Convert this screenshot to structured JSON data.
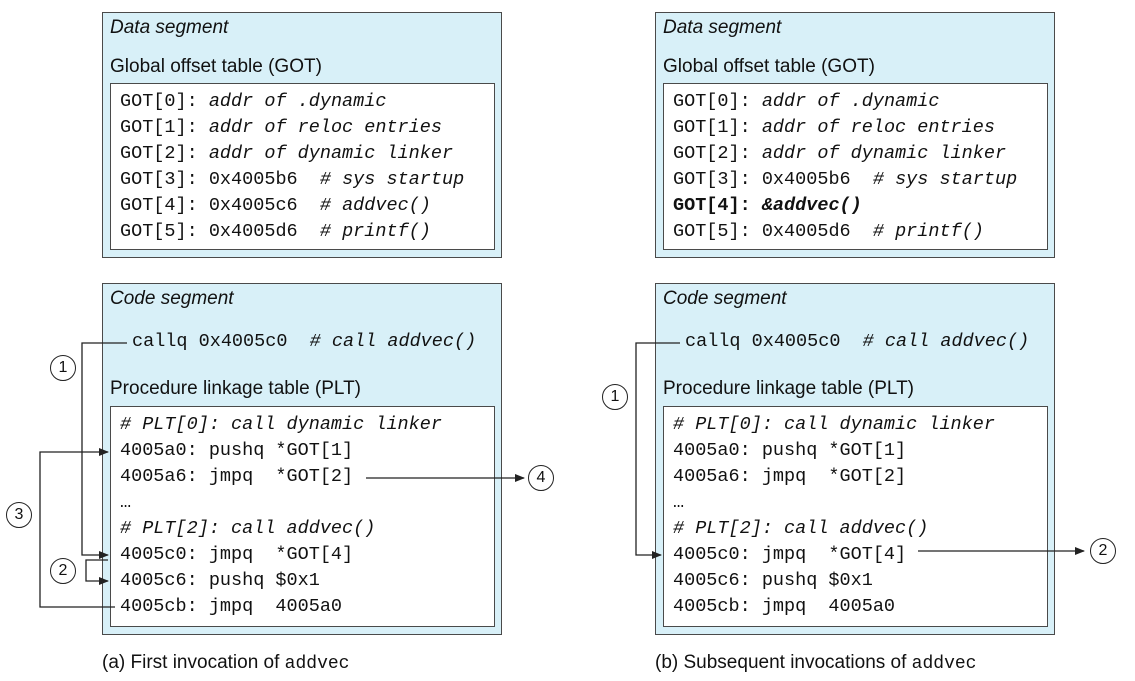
{
  "panels": [
    {
      "data_segment": {
        "title": "Data segment",
        "got_title": "Global offset table (GOT)",
        "got_entries": [
          {
            "label": "GOT[0]:",
            "value": "",
            "comment": "addr of .dynamic",
            "bold": false
          },
          {
            "label": "GOT[1]:",
            "value": "",
            "comment": "addr of reloc entries",
            "bold": false
          },
          {
            "label": "GOT[2]:",
            "value": "",
            "comment": "addr of dynamic linker",
            "bold": false
          },
          {
            "label": "GOT[3]:",
            "value": "0x4005b6",
            "comment": "# sys startup",
            "bold": false
          },
          {
            "label": "GOT[4]:",
            "value": "0x4005c6",
            "comment": "# addvec()",
            "bold": false
          },
          {
            "label": "GOT[5]:",
            "value": "0x4005d6",
            "comment": "# printf()",
            "bold": false
          }
        ]
      },
      "code_segment": {
        "title": "Code segment",
        "call_instr": "callq 0x4005c0",
        "call_comment": "# call addvec()",
        "plt_title": "Procedure linkage table (PLT)",
        "plt_lines": [
          {
            "code": "",
            "comment": "# PLT[0]: call dynamic linker"
          },
          {
            "code": "4005a0: pushq *GOT[1]",
            "comment": ""
          },
          {
            "code": "4005a6: jmpq  *GOT[2]",
            "comment": ""
          },
          {
            "code": "…",
            "comment": ""
          },
          {
            "code": "",
            "comment": "# PLT[2]: call addvec()"
          },
          {
            "code": "4005c0: jmpq  *GOT[4]",
            "comment": ""
          },
          {
            "code": "4005c6: pushq $0x1",
            "comment": ""
          },
          {
            "code": "4005cb: jmpq  4005a0",
            "comment": ""
          }
        ]
      },
      "caption_text": "(a) First invocation of ",
      "caption_code": "addvec",
      "steps": [
        "1",
        "2",
        "3",
        "4"
      ]
    },
    {
      "data_segment": {
        "title": "Data segment",
        "got_title": "Global offset table (GOT)",
        "got_entries": [
          {
            "label": "GOT[0]:",
            "value": "",
            "comment": "addr of .dynamic",
            "bold": false
          },
          {
            "label": "GOT[1]:",
            "value": "",
            "comment": "addr of reloc entries",
            "bold": false
          },
          {
            "label": "GOT[2]:",
            "value": "",
            "comment": "addr of dynamic linker",
            "bold": false
          },
          {
            "label": "GOT[3]:",
            "value": "0x4005b6",
            "comment": "# sys startup",
            "bold": false
          },
          {
            "label": "GOT[4]:",
            "value": "",
            "comment": "&addvec()",
            "bold": true
          },
          {
            "label": "GOT[5]:",
            "value": "0x4005d6",
            "comment": "# printf()",
            "bold": false
          }
        ]
      },
      "code_segment": {
        "title": "Code segment",
        "call_instr": "callq 0x4005c0",
        "call_comment": "# call addvec()",
        "plt_title": "Procedure linkage table (PLT)",
        "plt_lines": [
          {
            "code": "",
            "comment": "# PLT[0]: call dynamic linker"
          },
          {
            "code": "4005a0: pushq *GOT[1]",
            "comment": ""
          },
          {
            "code": "4005a6: jmpq  *GOT[2]",
            "comment": ""
          },
          {
            "code": "…",
            "comment": ""
          },
          {
            "code": "",
            "comment": "# PLT[2]: call addvec()"
          },
          {
            "code": "4005c0: jmpq  *GOT[4]",
            "comment": ""
          },
          {
            "code": "4005c6: pushq $0x1",
            "comment": ""
          },
          {
            "code": "4005cb: jmpq  4005a0",
            "comment": ""
          }
        ]
      },
      "caption_text": "(b) Subsequent invocations of ",
      "caption_code": "addvec",
      "steps": [
        "1",
        "2"
      ]
    }
  ]
}
